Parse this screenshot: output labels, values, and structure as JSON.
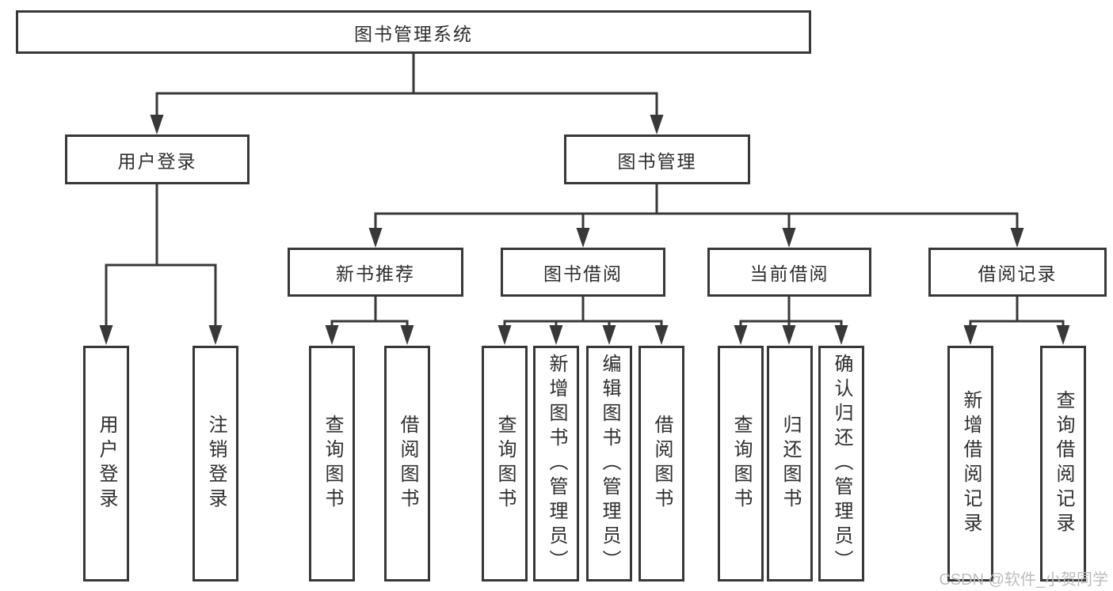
{
  "theme": {
    "line_color": "#383838",
    "text_color": "#2e2e2e",
    "watermark_color": "#bdbdbd",
    "background": "#ffffff"
  },
  "tree": {
    "root": {
      "label": "图书管理系统"
    },
    "children": [
      {
        "label": "用户登录",
        "children": [
          {
            "label": "用户登录"
          },
          {
            "label": "注销登录"
          }
        ]
      },
      {
        "label": "图书管理",
        "children": [
          {
            "label": "新书推荐",
            "children": [
              {
                "label": "查询图书"
              },
              {
                "label": "借阅图书"
              }
            ]
          },
          {
            "label": "图书借阅",
            "children": [
              {
                "label": "查询图书"
              },
              {
                "label": "新增图书（管理员）"
              },
              {
                "label": "编辑图书（管理员）"
              },
              {
                "label": "借阅图书"
              }
            ]
          },
          {
            "label": "当前借阅",
            "children": [
              {
                "label": "查询图书"
              },
              {
                "label": "归还图书"
              },
              {
                "label": "确认归还（管理员）"
              }
            ]
          },
          {
            "label": "借阅记录",
            "children": [
              {
                "label": "新增借阅记录"
              },
              {
                "label": "查询借阅记录"
              }
            ]
          }
        ]
      }
    ]
  },
  "watermark": {
    "text": "CSDN @软件_小贺同学"
  }
}
